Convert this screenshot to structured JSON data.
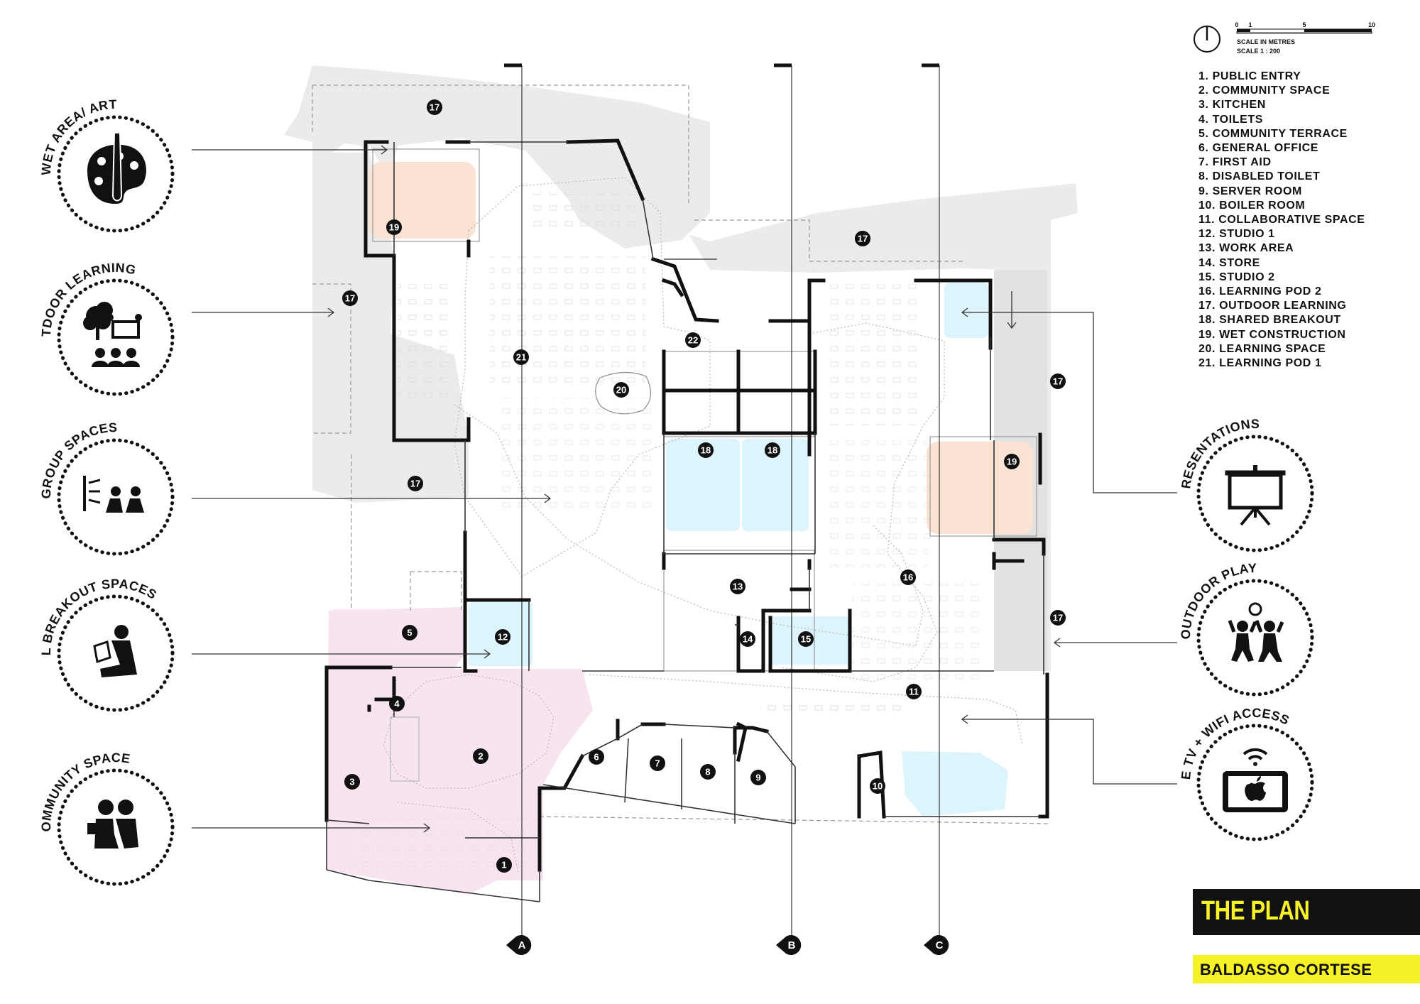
{
  "title": "THE PLAN",
  "author": "BALDASSO CORTESE",
  "scale": {
    "ticks": [
      "0",
      "1",
      "5",
      "10"
    ],
    "unit_label": "SCALE IN METRES",
    "ratio_label": "SCALE 1 : 200"
  },
  "legend": [
    "1. PUBLIC ENTRY",
    "2. COMMUNITY SPACE",
    "3. KITCHEN",
    "4. TOILETS",
    "5. COMMUNITY TERRACE",
    "6. GENERAL OFFICE",
    "7. FIRST AID",
    "8. DISABLED TOILET",
    "9. SERVER ROOM",
    "10. BOILER ROOM",
    "11. COLLABORATIVE SPACE",
    "12. STUDIO 1",
    "13. WORK AREA",
    "14. STORE",
    "15. STUDIO 2",
    "16. LEARNING POD 2",
    "17. OUTDOOR LEARNING",
    "18. SHARED BREAKOUT",
    "19. WET CONSTRUCTION",
    "20. LEARNING SPACE",
    "21. LEARNING POD 1"
  ],
  "left_icons": [
    {
      "label": "WET AREA/ ART",
      "icon": "palette-icon"
    },
    {
      "label": "OUTDOOR LEARNING",
      "icon": "tree-group-icon"
    },
    {
      "label": "GROUP SPACES",
      "icon": "group-spaces-icon"
    },
    {
      "label": "SMALL BREAKOUT SPACES",
      "icon": "reading-person-icon"
    },
    {
      "label": "COMMUNITY SPACE",
      "icon": "community-icon"
    }
  ],
  "right_icons": [
    {
      "label": "PRESENTATIONS",
      "icon": "projector-screen-icon"
    },
    {
      "label": "OUTDOOR PLAY",
      "icon": "children-playing-icon"
    },
    {
      "label": "APPLE TV + WIFI ACCESS",
      "icon": "tablet-wifi-icon"
    }
  ],
  "room_markers": [
    "1",
    "2",
    "3",
    "4",
    "5",
    "6",
    "7",
    "8",
    "9",
    "10",
    "11",
    "12",
    "13",
    "14",
    "15",
    "16",
    "17",
    "17",
    "17",
    "17",
    "17",
    "17",
    "17",
    "18",
    "18",
    "19",
    "19",
    "20",
    "21",
    "22"
  ],
  "section_markers": [
    "A",
    "B",
    "C"
  ],
  "colors": {
    "zone_pink": "#f8e3f1",
    "zone_blue": "#dcf4fb",
    "zone_orange": "#fbe3d4",
    "outdoor_grey": "#ebebeb",
    "highlight_yellow": "#f7f127"
  }
}
